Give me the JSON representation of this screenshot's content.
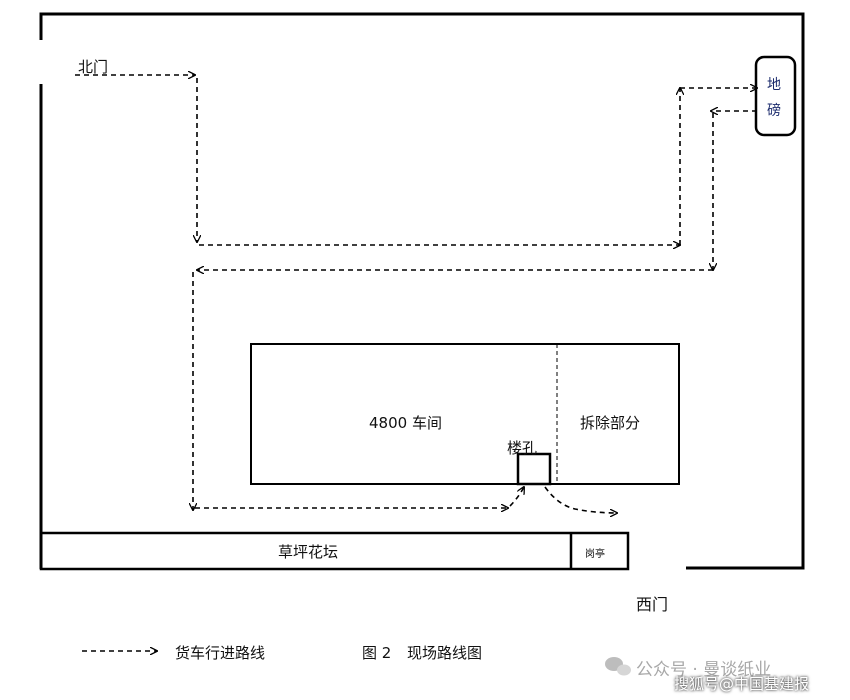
{
  "labels": {
    "north_gate": "北门",
    "west_gate": "西门",
    "scale_top": "地",
    "scale_bottom": "磅",
    "workshop": "4800 车间",
    "demolish": "拆除部分",
    "stair_hole": "楼孔",
    "lawn": "草坪花坛",
    "guard_booth": "岗亭"
  },
  "legend": {
    "route": "货车行进路线",
    "figure_no": "图 2",
    "figure_title": "现场路线图"
  },
  "watermark": {
    "line1": "公众号 · 曼谈纸业",
    "line2": "搜狐号@中国基建报"
  },
  "colors": {
    "line": "#000000",
    "text": "#111111",
    "background": "#ffffff"
  }
}
